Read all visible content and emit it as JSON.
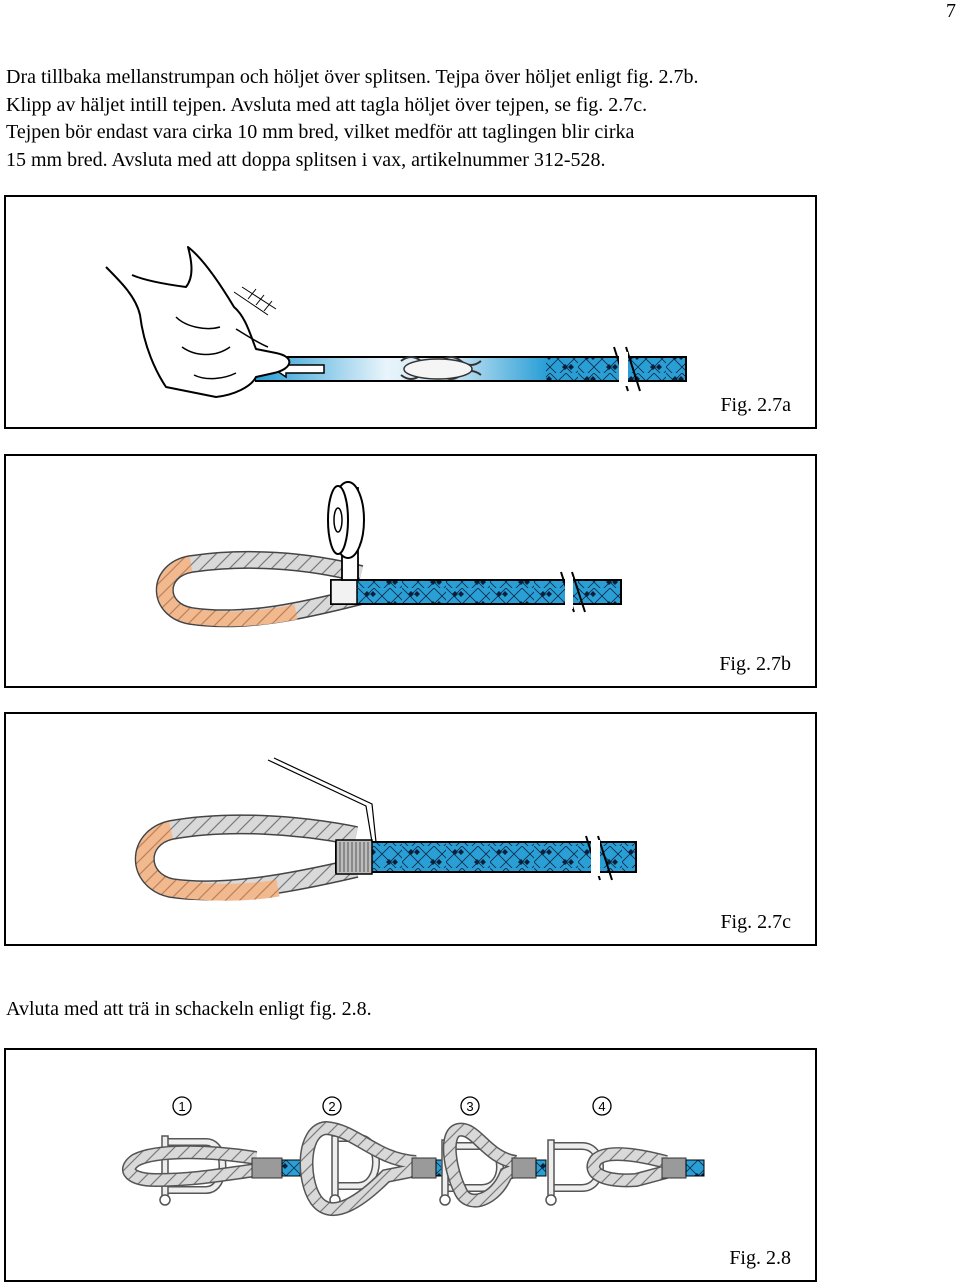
{
  "page": {
    "number": "7"
  },
  "intro": {
    "lines": [
      "Dra tillbaka mellanstrumpan och höljet över splitsen. Tejpa över höljet enligt fig. 2.7b.",
      "Klipp av häljet intill tejpen. Avsluta med att tagla höljet över tejpen, se fig. 2.7c.",
      "Tejpen bör endast vara cirka 10 mm bred, vilket medför att taglingen blir cirka",
      "15 mm bred. Avsluta med att doppa splitsen i vax, artikelnummer 312-528."
    ]
  },
  "figures": [
    {
      "caption": "Fig. 2.7a",
      "icon": "hand-pulling-cover-illustration"
    },
    {
      "caption": "Fig. 2.7b",
      "icon": "tape-roll-splice-illustration"
    },
    {
      "caption": "Fig. 2.7c",
      "icon": "whipping-splice-illustration"
    },
    {
      "caption": "Fig. 2.8",
      "icon": "shackle-steps-illustration",
      "steps": [
        "1",
        "2",
        "3",
        "4"
      ]
    }
  ],
  "outro": "Avluta med att trä in schackeln enligt fig. 2.8.",
  "colors": {
    "rope_blue": "#2a9fd6",
    "rope_dark": "#0b1f3a",
    "eye_grey": "#d9d9d9",
    "eye_peach": "#f2b98f"
  }
}
